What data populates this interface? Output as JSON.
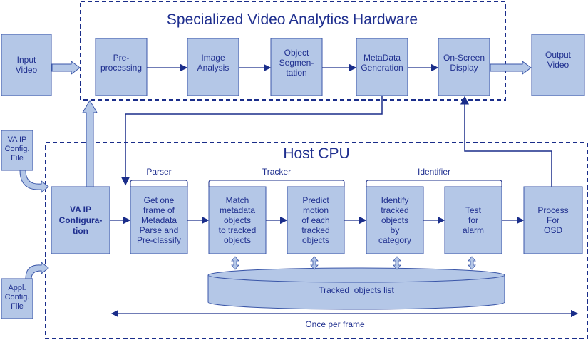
{
  "hardware": {
    "title": "Specialized Video Analytics Hardware",
    "input": [
      "Input",
      "Video"
    ],
    "output": [
      "Output",
      "Video"
    ],
    "stages": [
      [
        "Pre-",
        "processing"
      ],
      [
        "Image",
        "Analysis"
      ],
      [
        "Object",
        "Segmen-",
        "tation"
      ],
      [
        "MetaData",
        "Generation"
      ],
      [
        "On-Screen",
        "Display"
      ]
    ]
  },
  "host": {
    "title": "Host CPU",
    "va_config_file": [
      "VA IP",
      "Config.",
      "File"
    ],
    "appl_config_file": [
      "Appl.",
      "Config.",
      "File"
    ],
    "va_ip_config": [
      "VA IP",
      "Configura-",
      "tion"
    ],
    "group_labels": {
      "parser": "Parser",
      "tracker": "Tracker",
      "identifier": "Identifier"
    },
    "steps": [
      [
        "Get one",
        "frame of",
        "Metadata",
        "Parse and",
        "Pre-classify"
      ],
      [
        "Match",
        "metadata",
        "objects",
        "to tracked",
        "objects"
      ],
      [
        "Predict",
        "motion",
        "of each",
        "tracked",
        "objects"
      ],
      [
        "Identify",
        "tracked",
        "objects",
        "by",
        "category"
      ],
      [
        "Test",
        "for",
        "alarm"
      ],
      [
        "Process",
        "For",
        "OSD"
      ]
    ],
    "list_label": "Tracked  objects list",
    "frame_label": "Once per frame"
  },
  "colors": {
    "box_fill": "#b4c7e7",
    "box_stroke": "#3a56a8",
    "line": "#1a2d8a",
    "text": "#1f2f8f"
  }
}
